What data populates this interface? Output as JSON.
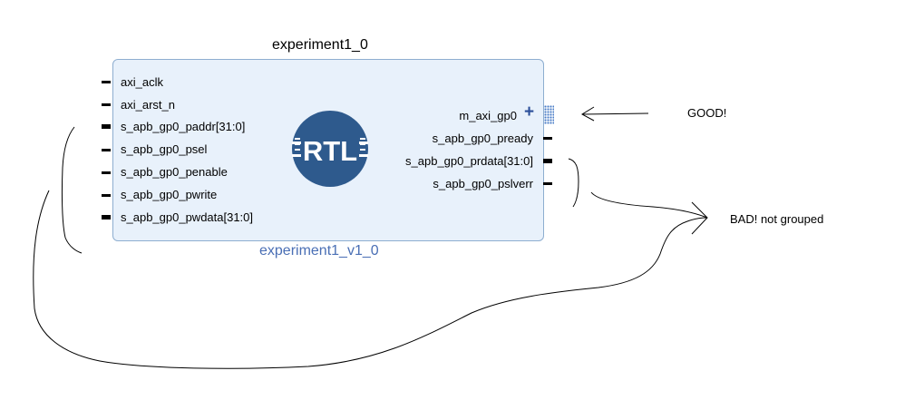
{
  "block": {
    "instance_name": "experiment1_0",
    "module_name": "experiment1_v1_0",
    "logo_text": "RTL",
    "colors": {
      "fill": "#e8f1fb",
      "border": "#8eaed0",
      "logo": "#2e5a8d",
      "module_name": "#4a6fb5"
    }
  },
  "ports_in": [
    {
      "label": "axi_aclk",
      "bus": false
    },
    {
      "label": "axi_arst_n",
      "bus": false
    },
    {
      "label": "s_apb_gp0_paddr[31:0]",
      "bus": true
    },
    {
      "label": "s_apb_gp0_psel",
      "bus": false
    },
    {
      "label": "s_apb_gp0_penable",
      "bus": false
    },
    {
      "label": "s_apb_gp0_pwrite",
      "bus": false
    },
    {
      "label": "s_apb_gp0_pwdata[31:0]",
      "bus": true
    }
  ],
  "ports_out": [
    {
      "label": "m_axi_gp0",
      "interface": true,
      "icon": "plus-icon"
    },
    {
      "label": "s_apb_gp0_pready",
      "bus": false
    },
    {
      "label": "s_apb_gp0_prdata[31:0]",
      "bus": true
    },
    {
      "label": "s_apb_gp0_pslverr",
      "bus": false
    }
  ],
  "annotations": {
    "good": "GOOD!",
    "bad": "BAD! not grouped"
  }
}
